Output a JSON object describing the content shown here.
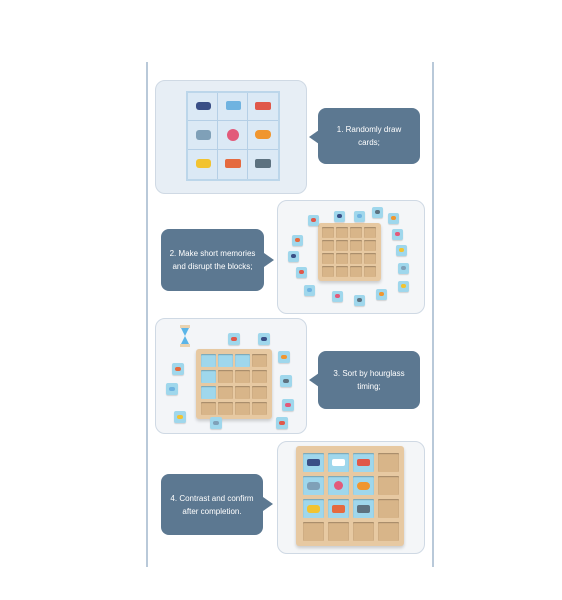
{
  "steps": [
    {
      "label": "1. Randomly draw cards;"
    },
    {
      "label": "2. Make short memories and disrupt the blocks;"
    },
    {
      "label": "3. Sort by hourglass timing;"
    },
    {
      "label": "4. Contrast and confirm after completion."
    }
  ],
  "colors": {
    "bubble": "#5c7891",
    "card": "#9fd7ec",
    "wood": "#e7c9a2",
    "rule": "#b9c9d9"
  },
  "icons": [
    "police-car-icon",
    "ambulance-icon",
    "fire-truck-icon",
    "cement-mixer-icon",
    "scooter-icon",
    "helicopter-icon",
    "taxi-icon",
    "airplane-icon",
    "bus-icon"
  ]
}
